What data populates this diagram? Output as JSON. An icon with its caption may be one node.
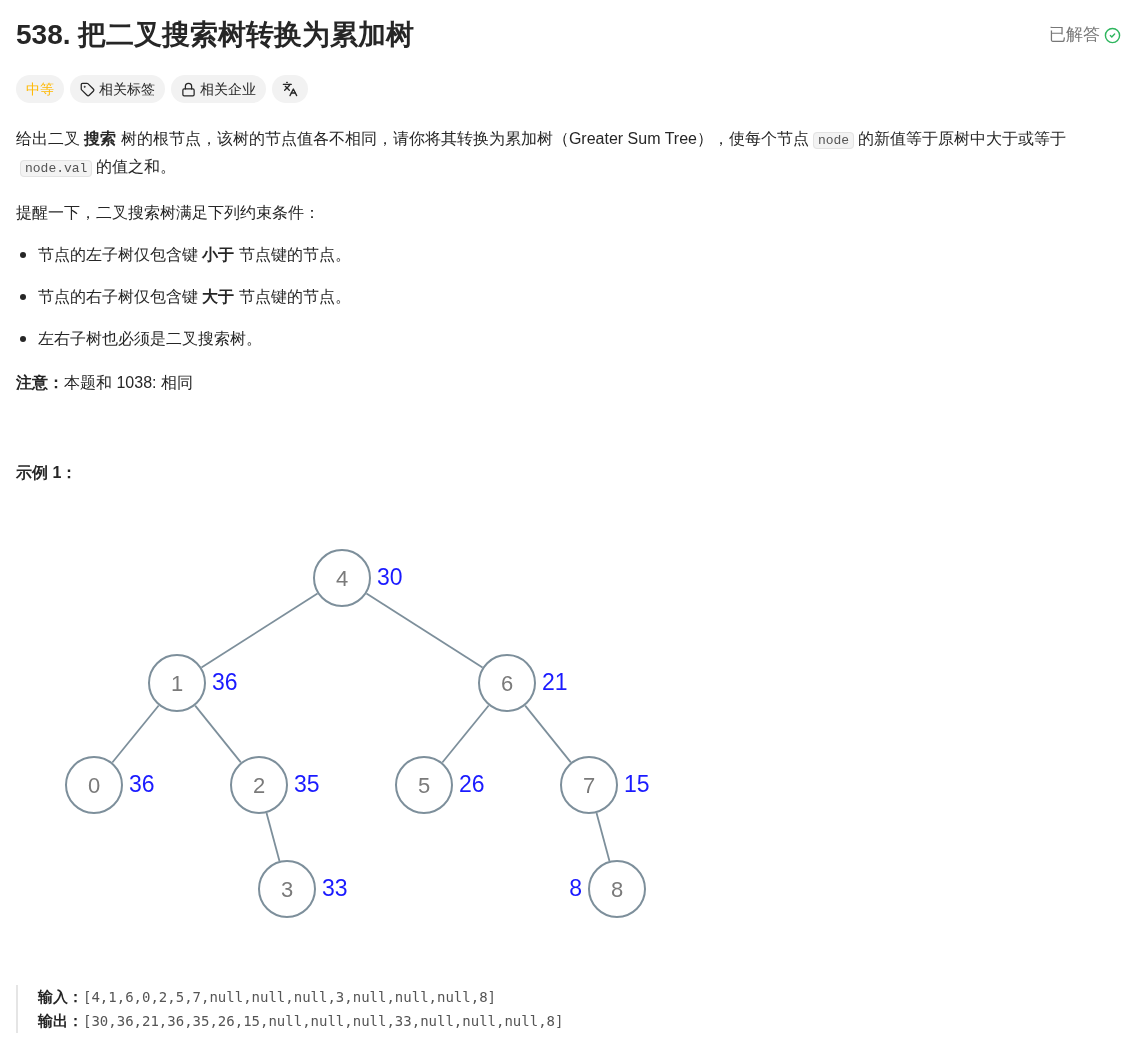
{
  "diagram": {
    "title": "538. 把二叉搜索树转换为累加树",
    "nodes": [
      {
        "text": [
          "4"
        ],
        "beside": [
          "30"
        ]
      },
      {
        "text": [
          "1"
        ],
        "beside": [
          "36"
        ]
      },
      {
        "text": [
          "6"
        ],
        "beside": [
          "21"
        ]
      },
      {
        "text": [
          "0"
        ],
        "beside": [
          "36"
        ]
      },
      {
        "text": [
          "2"
        ],
        "beside": [
          "35"
        ]
      },
      {
        "text": [
          "5"
        ],
        "beside": [
          "26"
        ]
      },
      {
        "text": [
          "7"
        ],
        "beside": [
          "15"
        ]
      },
      {
        "text": [
          "3"
        ],
        "beside": [
          "33"
        ]
      },
      {
        "text": [
          "8"
        ],
        "beside": [
          "8"
        ]
      }
    ],
    "edges": [
      {
        "from": 0,
        "to": 1,
        "arrow": "none"
      },
      {
        "from": 0,
        "to": 2,
        "arrow": "none"
      },
      {
        "from": 1,
        "to": 3,
        "arrow": "none"
      },
      {
        "from": 1,
        "to": 4,
        "arrow": "none"
      },
      {
        "from": 2,
        "to": 5,
        "arrow": "none"
      },
      {
        "from": 2,
        "to": 6,
        "arrow": "none"
      },
      {
        "from": 4,
        "to": 7,
        "arrow": "none"
      },
      {
        "from": 6,
        "to": 8,
        "arrow": "none"
      }
    ],
    "labels": [
      "已解答",
      "中等",
      "相关标签",
      "相关企业",
      "给出二叉 **搜索** 树的根节点，该树的节点值各不相同，请你将其转换为累加树（Greater Sum Tree），使每个节点",
      "node",
      "的新值等于原树中大于或等于",
      "node.val",
      "的值之和。",
      "提醒一下，二叉搜索树满足下列约束条件：",
      "节点的左子树仅包含键 **小于** 节点键的节点。",
      "节点的右子树仅包含键 **大于** 节点键的节点。",
      "左右子树也必须是二叉搜索树。",
      "**注意：**本题和 1038: 相同",
      "示例 1：",
      "输入：",
      "[4,1,6,0,2,5,7,null,null,null,3,null,null,null,8]",
      "输出：",
      "[30,36,21,36,35,26,15,null,null,null,33,null,null,null,8]"
    ]
  }
}
